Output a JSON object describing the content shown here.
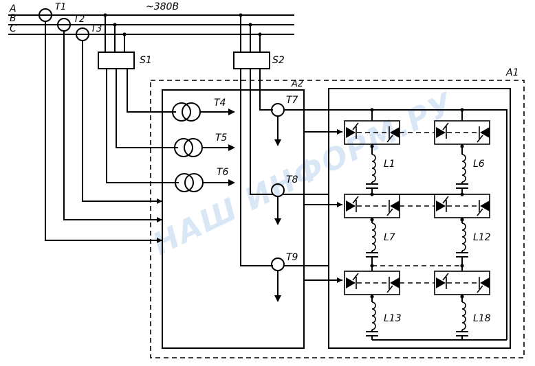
{
  "phases": [
    "A",
    "B",
    "C"
  ],
  "supply_label": "~380В",
  "current_transformers": [
    "T1",
    "T2",
    "T3"
  ],
  "switches": [
    "S1",
    "S2"
  ],
  "blocks": [
    "A1",
    "A2"
  ],
  "voltage_transformers": [
    "T4",
    "T5",
    "T6"
  ],
  "sensor_transformers": [
    "T7",
    "T8",
    "T9"
  ],
  "inductors": [
    "L1",
    "L6",
    "L7",
    "L12",
    "L13",
    "L18"
  ],
  "watermark": "НАШ ИНФОРМ.РУ"
}
